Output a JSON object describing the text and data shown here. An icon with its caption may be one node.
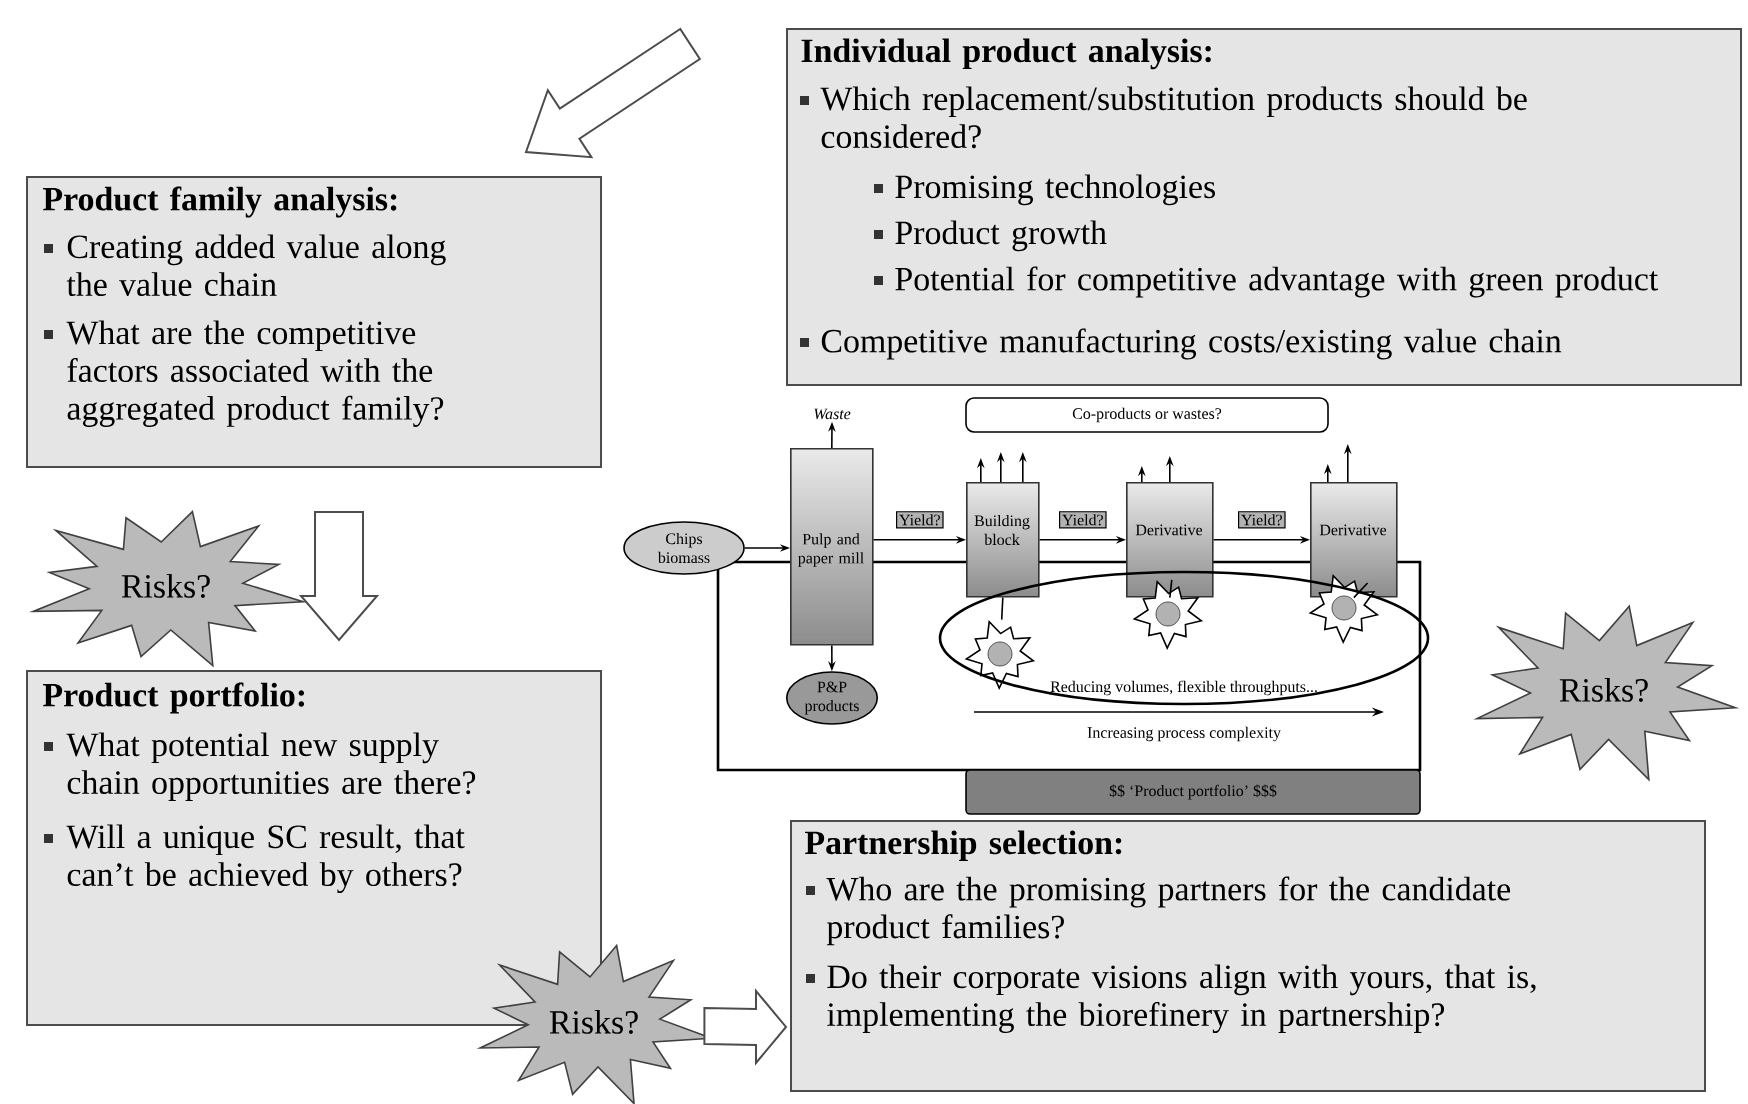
{
  "diagram": {
    "nodes": [
      {
        "text": [
          "Individual product analysis:",
          "Which replacement/substitution products should be considered?",
          "Promising technologies",
          "Product growth",
          "Potential for competitive advantage with green product",
          "Competitive manufacturing costs/existing value chain"
        ]
      },
      {
        "text": [
          "Product family analysis:",
          "Creating added value along the value chain",
          "What are the competitive factors associated with the aggregated product family?"
        ]
      },
      {
        "text": [
          "Risks?"
        ]
      },
      {
        "text": [
          "Product portfolio:",
          "What potential new supply chain opportunities are there?",
          "Will a unique SC result, that can’t be achieved by others?"
        ]
      },
      {
        "text": [
          "Waste"
        ]
      },
      {
        "text": [
          "Co-products or wastes?"
        ]
      },
      {
        "text": [
          "Chips biomass"
        ]
      },
      {
        "text": [
          "Pulp and paper mill"
        ]
      },
      {
        "text": [
          "Building block"
        ]
      },
      {
        "text": [
          "Derivative"
        ]
      },
      {
        "text": [
          "Derivative"
        ]
      },
      {
        "text": [
          "P&P products"
        ]
      },
      {
        "text": [],
        "shape": "star",
        "in": 15
      },
      {
        "text": [],
        "shape": "star",
        "in": 15
      },
      {
        "text": [],
        "shape": "star",
        "in": 15
      },
      {
        "text": [
          "Reducing volumes, flexible throughputs..."
        ]
      },
      {
        "text": [
          "$$ ‘Product portfolio’ $$$"
        ]
      },
      {
        "text": [
          "Risks?"
        ]
      },
      {
        "text": [
          "Partnership selection:",
          "Who are the promising partners for the candidate product families?",
          "Do their corporate visions align with yours, that is, implementing the biorefinery in partnership?"
        ]
      },
      {
        "text": [
          "Risks?"
        ]
      }
    ],
    "edges": [
      {
        "from": 0,
        "to": 1,
        "arrow": "to",
        "style": "thick"
      },
      {
        "from": 1,
        "to": 3,
        "arrow": "to",
        "style": "thick"
      },
      {
        "from": 19,
        "to": 18,
        "arrow": "to",
        "style": "thick"
      },
      {
        "from": 6,
        "to": 7,
        "arrow": "to"
      },
      {
        "from": 7,
        "to": 8,
        "arrow": "to",
        "label": "Yield?"
      },
      {
        "from": 8,
        "to": 9,
        "arrow": "to",
        "label": "Yield?"
      },
      {
        "from": 9,
        "to": 10,
        "arrow": "to",
        "label": "Yield?"
      },
      {
        "from": 7,
        "to": 4,
        "arrow": "to"
      },
      {
        "from": 7,
        "to": 11,
        "arrow": "to"
      },
      {
        "from": 8,
        "to": 12,
        "arrow": "none"
      },
      {
        "from": 9,
        "to": 13,
        "arrow": "none"
      },
      {
        "from": 10,
        "to": 14,
        "arrow": "none"
      },
      {
        "from": 8,
        "to": null,
        "arrow": "to"
      },
      {
        "from": 8,
        "to": null,
        "arrow": "to"
      },
      {
        "from": 8,
        "to": null,
        "arrow": "to"
      },
      {
        "from": 9,
        "to": null,
        "arrow": "to"
      },
      {
        "from": 9,
        "to": null,
        "arrow": "to"
      },
      {
        "from": 10,
        "to": null,
        "arrow": "to"
      },
      {
        "from": 10,
        "to": null,
        "arrow": "to"
      }
    ],
    "labels": [
      "Increasing process complexity"
    ]
  }
}
